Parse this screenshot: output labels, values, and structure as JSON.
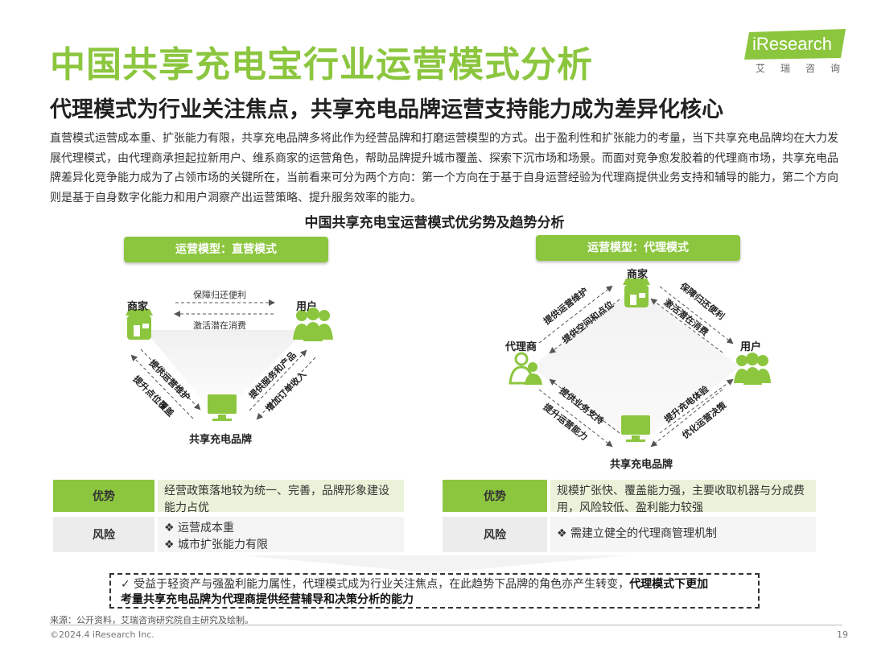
{
  "header": {
    "title": "中国共享充电宝行业运营模式分析",
    "subtitle": "代理模式为行业关注焦点，共享充电品牌运营支持能力成为差异化核心"
  },
  "logo": {
    "brand": "iResearch",
    "cn": "艾瑞咨询",
    "color": "#8cc63f"
  },
  "intro": "直营模式运营成本重、扩张能力有限，共享充电品牌多将此作为经营品牌和打磨运营模型的方式。出于盈利性和扩张能力的考量，当下共享充电品牌均在大力发展代理模式，由代理商承担起拉新用户、维系商家的运营角色，帮助品牌提升城市覆盖、探索下沉市场和场景。而面对竞争愈发胶着的代理商市场，共享充电品牌差异化竞争能力成为了占领市场的关键所在，当前看来可分为两个方向：第一个方向在于基于自身运营经验为代理商提供业务支持和辅导的能力，第二个方向则是基于自身数字化能力和用户洞察产出运营策略、提升服务效率的能力。",
  "diagram_title": "中国共享充电宝运营模式优劣势及趋势分析",
  "direct": {
    "tab": "运营模型：直营模式",
    "nodes": {
      "merchant": "商家",
      "user": "用户",
      "brand": "共享充电品牌"
    },
    "arrows": {
      "top1": "保障归还便利",
      "top2": "激活潜在消费",
      "left1": "提供运营维护",
      "left2": "提升点位覆盖",
      "right1": "提供服务和产品",
      "right2": "增加订单收入"
    },
    "advantage_label": "优势",
    "advantage_text": "经营政策落地较为统一、完善，品牌形象建设能力占优",
    "risk_label": "风险",
    "risk_items": [
      "❖  运营成本重",
      "❖  城市扩张能力有限"
    ]
  },
  "agent": {
    "tab": "运营模型：代理模式",
    "nodes": {
      "merchant": "商家",
      "agent": "代理商",
      "user": "用户",
      "brand": "共享充电品牌"
    },
    "arrows": {
      "tl1": "提供运营维护",
      "tl2": "提供空间和点位",
      "tr1": "保障归还便利",
      "tr2": "激活潜在消费",
      "bl1": "提供业务支持",
      "bl2": "提升运营能力",
      "br1": "提升充电体验",
      "br2": "优化运营决策"
    },
    "advantage_label": "优势",
    "advantage_text": "规模扩张快、覆盖能力强，主要收取机器与分成费用，风险较低、盈利能力较强",
    "risk_label": "风险",
    "risk_items": [
      "❖  需建立健全的代理商管理机制"
    ]
  },
  "conclusion": {
    "check": "✓",
    "normal": "受益于轻资产与强盈利能力属性，代理模式成为行业关注焦点，在此趋势下品牌的角色亦产生转变，",
    "bold1": "代理模式下更加",
    "bold2": "考量共享充电品牌为代理商提供经营辅导和决策分析的能力"
  },
  "footer": {
    "source": "来源：公开资料，艾瑞咨询研究院自主研究及绘制。",
    "copyright": "©2024.4 iResearch Inc.",
    "page": "19"
  },
  "colors": {
    "accent": "#8cc63f",
    "light_green": "#eaf3d9",
    "grey": "#ececec"
  }
}
